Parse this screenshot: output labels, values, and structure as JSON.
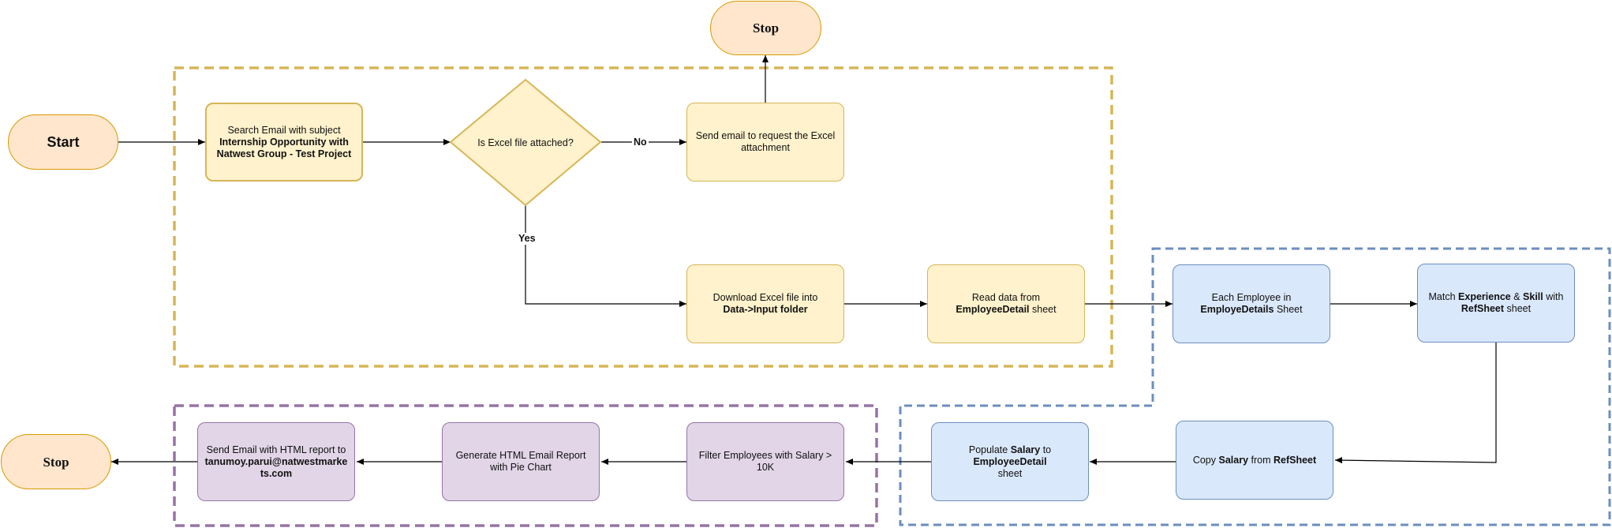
{
  "nodes": {
    "start": {
      "label": "Start"
    },
    "stop_top": {
      "label": "Stop"
    },
    "stop_bottom": {
      "label": "Stop"
    },
    "search_email": {
      "line1": "Search Email with subject",
      "line2": "Internship Opportunity with Natwest Group - Test Project"
    },
    "excel_attached": {
      "label": "Is Excel file attached?"
    },
    "send_request": {
      "label": "Send email to request the Excel attachment"
    },
    "download_excel": {
      "line1": "Download Excel file into",
      "line2": "Data->Input folder"
    },
    "read_data": {
      "pre": "Read data from ",
      "bold": "EmployeeDetail",
      "post": " sheet"
    },
    "each_employee": {
      "pre": "Each Employee in ",
      "bold": "EmployeDetails",
      "post": " Sheet"
    },
    "match_experience": {
      "pre": "Match ",
      "bold1": "Experience",
      "mid": " & ",
      "bold2": "Skill",
      "mid2": " with ",
      "bold3": "RefSheet",
      "post": " sheet"
    },
    "copy_salary": {
      "pre": "Copy ",
      "bold1": "Salary",
      "mid": " from ",
      "bold2": "RefSheet"
    },
    "populate_salary": {
      "pre": "Populate ",
      "bold1": "Salary",
      "mid": " to ",
      "bold2": "EmployeeDetail",
      "post": " sheet"
    },
    "filter_employees": {
      "label": "Filter Employees with Salary > 10K"
    },
    "generate_report": {
      "label": "Generate HTML Email Report with Pie Chart"
    },
    "send_report": {
      "line1": "Send Email with HTML report to",
      "line2": "tanumoy.parui@natwestmarkets.com"
    }
  },
  "edge_labels": {
    "no": "No",
    "yes": "Yes"
  },
  "colors": {
    "yellow_fill": "#fff2cc",
    "yellow_stroke": "#d6b656",
    "blue_fill": "#dae8fc",
    "blue_stroke": "#6c8ebf",
    "purple_fill": "#e1d5e7",
    "purple_stroke": "#9673a6",
    "terminal_fill": "#ffe6cc",
    "terminal_stroke": "#d79b00"
  }
}
